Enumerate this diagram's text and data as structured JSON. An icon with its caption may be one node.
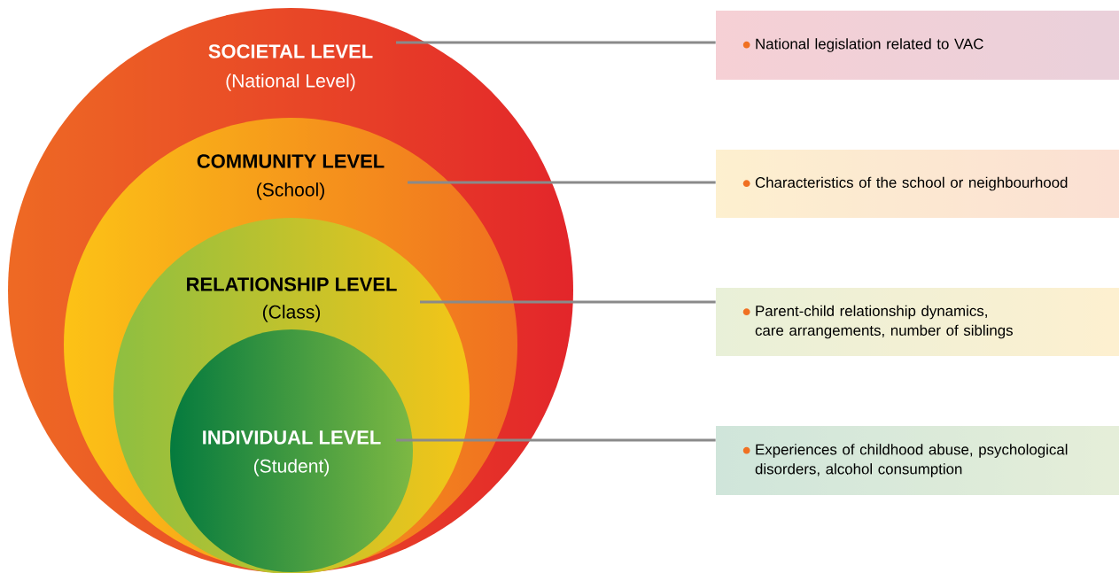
{
  "diagram": {
    "nodes": [
      {
        "text": [
          "SOCIETAL LEVEL",
          "(National Level)"
        ]
      },
      {
        "text": [
          "COMMUNITY LEVEL",
          "(School)"
        ],
        "in": 0
      },
      {
        "text": [
          "RELATIONSHIP LEVEL",
          "(Class)"
        ],
        "in": 1
      },
      {
        "text": [
          "INDIVIDUAL LEVEL",
          "(Student)"
        ],
        "in": 2
      },
      {
        "text": [
          "National legislation related to VAC"
        ]
      },
      {
        "text": [
          "Characteristics of the school or neighbourhood"
        ]
      },
      {
        "text": [
          "Parent-child relationship dynamics, care arrangements, number of siblings"
        ]
      },
      {
        "text": [
          "Experiences of childhood abuse, psychological disorders, alcohol consumption"
        ]
      }
    ],
    "edges": [
      {
        "from": 0,
        "to": 4,
        "arrow": "none"
      },
      {
        "from": 1,
        "to": 5,
        "arrow": "none"
      },
      {
        "from": 2,
        "to": 6,
        "arrow": "none"
      },
      {
        "from": 3,
        "to": 7,
        "arrow": "none"
      }
    ]
  }
}
